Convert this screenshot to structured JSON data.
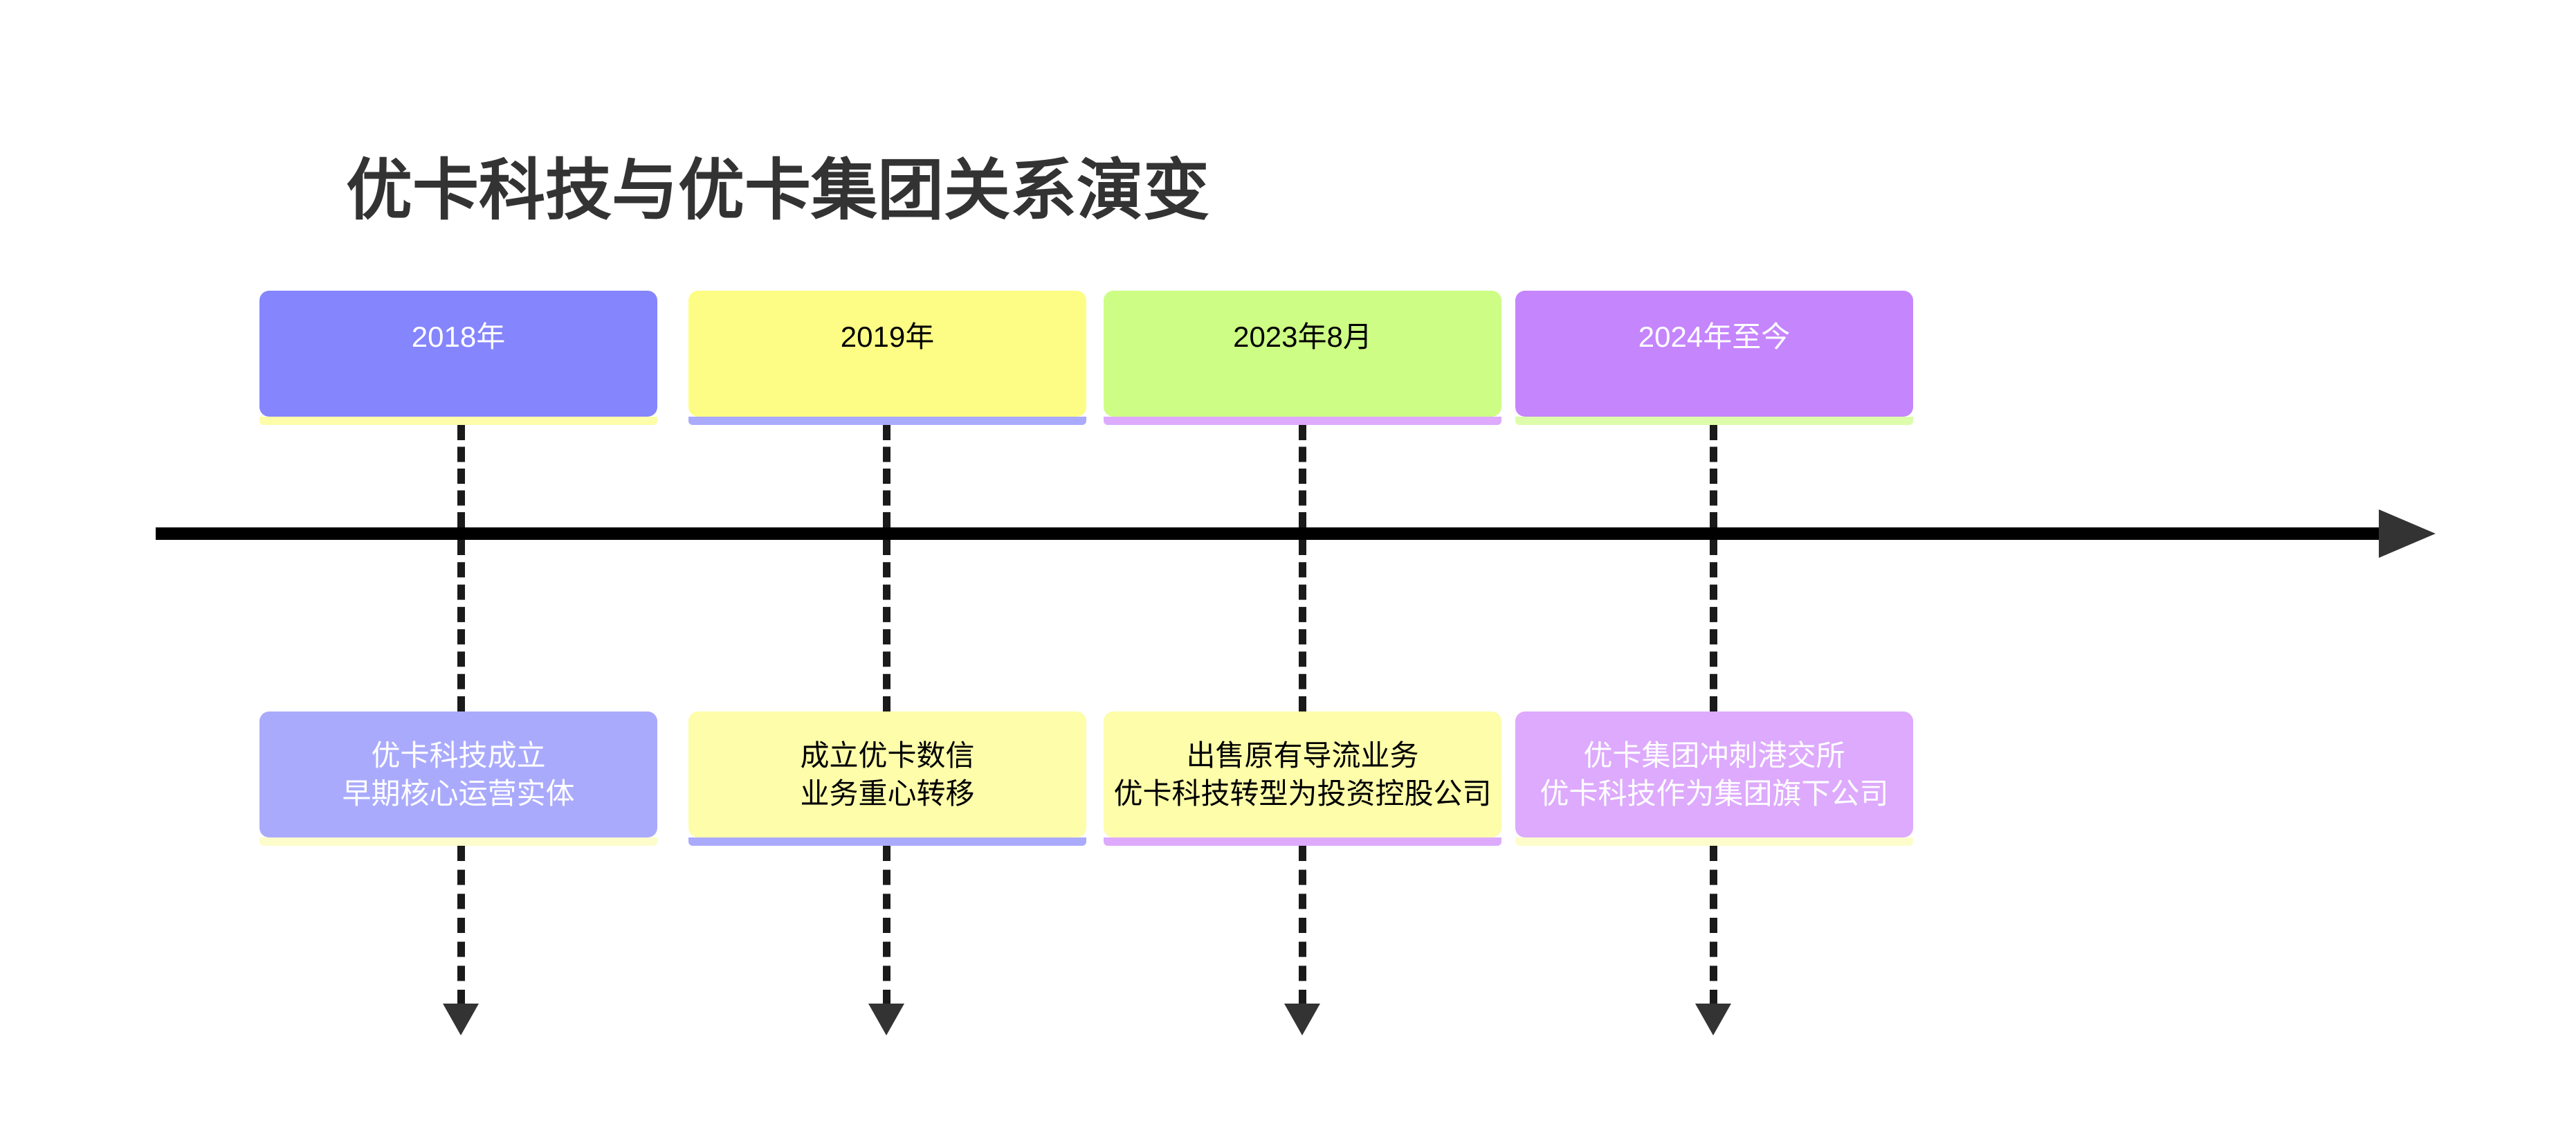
{
  "title": "优卡科技与优卡集团关系演变",
  "colors": {
    "title_text": "#333333",
    "axis": "#000000",
    "arrowhead": "#333333",
    "dash": "#1a1a1a",
    "background": "#ffffff",
    "periwinkle": "#8585fd",
    "yellow": "#fdfd85",
    "lime": "#cdfd85",
    "violet": "#c585fd",
    "periwinkle_light": "#aaaafd",
    "yellow_light": "#fdfdaa",
    "lime_light": "#ddfdaa",
    "violet_light": "#ddaafd"
  },
  "chart_data": {
    "type": "timeline",
    "title": "优卡科技与优卡集团关系演变",
    "orientation": "horizontal",
    "axis_direction": "left-to-right",
    "milestone_count": 4,
    "milestones": [
      {
        "index": 1,
        "date": "2018年",
        "description_lines": [
          "优卡科技成立",
          "早期核心运营实体"
        ],
        "color": "#8585fd",
        "desc_color": "#aaaafd",
        "shadow_color": "#fdfdaa",
        "date_text_color": "#ffffff",
        "desc_text_color": "#ffffff"
      },
      {
        "index": 2,
        "date": "2019年",
        "description_lines": [
          "成立优卡数信",
          "业务重心转移"
        ],
        "color": "#fdfd85",
        "desc_color": "#fdfdaa",
        "shadow_color": "#aaaafd",
        "date_text_color": "#000000",
        "desc_text_color": "#000000"
      },
      {
        "index": 3,
        "date": "2023年8月",
        "description_lines": [
          "出售原有导流业务",
          "优卡科技转型为投资控股公司"
        ],
        "color": "#cdfd85",
        "desc_color": "#fdfdaa",
        "shadow_color": "#ddaafd",
        "date_text_color": "#000000",
        "desc_text_color": "#000000"
      },
      {
        "index": 4,
        "date": "2024年至今",
        "description_lines": [
          "优卡集团冲刺港交所",
          "优卡科技作为集团旗下公司"
        ],
        "color": "#c585fd",
        "desc_color": "#ddaafd",
        "shadow_color": "#fdfdcc",
        "date_text_color": "#ffffff",
        "desc_text_color": "#ffffff"
      }
    ]
  },
  "milestone_1": {
    "date": "2018年",
    "desc_line_1": "优卡科技成立",
    "desc_line_2": "早期核心运营实体"
  },
  "milestone_2": {
    "date": "2019年",
    "desc_line_1": "成立优卡数信",
    "desc_line_2": "业务重心转移"
  },
  "milestone_3": {
    "date": "2023年8月",
    "desc_line_1": "出售原有导流业务",
    "desc_line_2": "优卡科技转型为投资控股公司"
  },
  "milestone_4": {
    "date": "2024年至今",
    "desc_line_1": "优卡集团冲刺港交所",
    "desc_line_2": "优卡科技作为集团旗下公司"
  }
}
